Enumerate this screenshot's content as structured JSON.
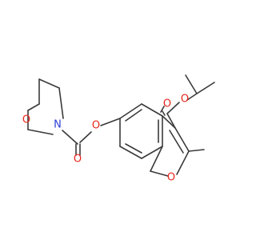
{
  "colors": {
    "bond": "#3a3a3a",
    "oxygen": "#e8261b",
    "nitrogen": "#2b3fd6"
  },
  "atoms": {
    "morpholine_oxygen": "O",
    "morpholine_nitrogen": "N",
    "carbamate_carbonyl_oxygen": "O",
    "carbamate_ester_oxygen": "O",
    "ester_carbonyl_oxygen": "O",
    "ester_ether_oxygen": "O",
    "furan_oxygen": "O"
  }
}
